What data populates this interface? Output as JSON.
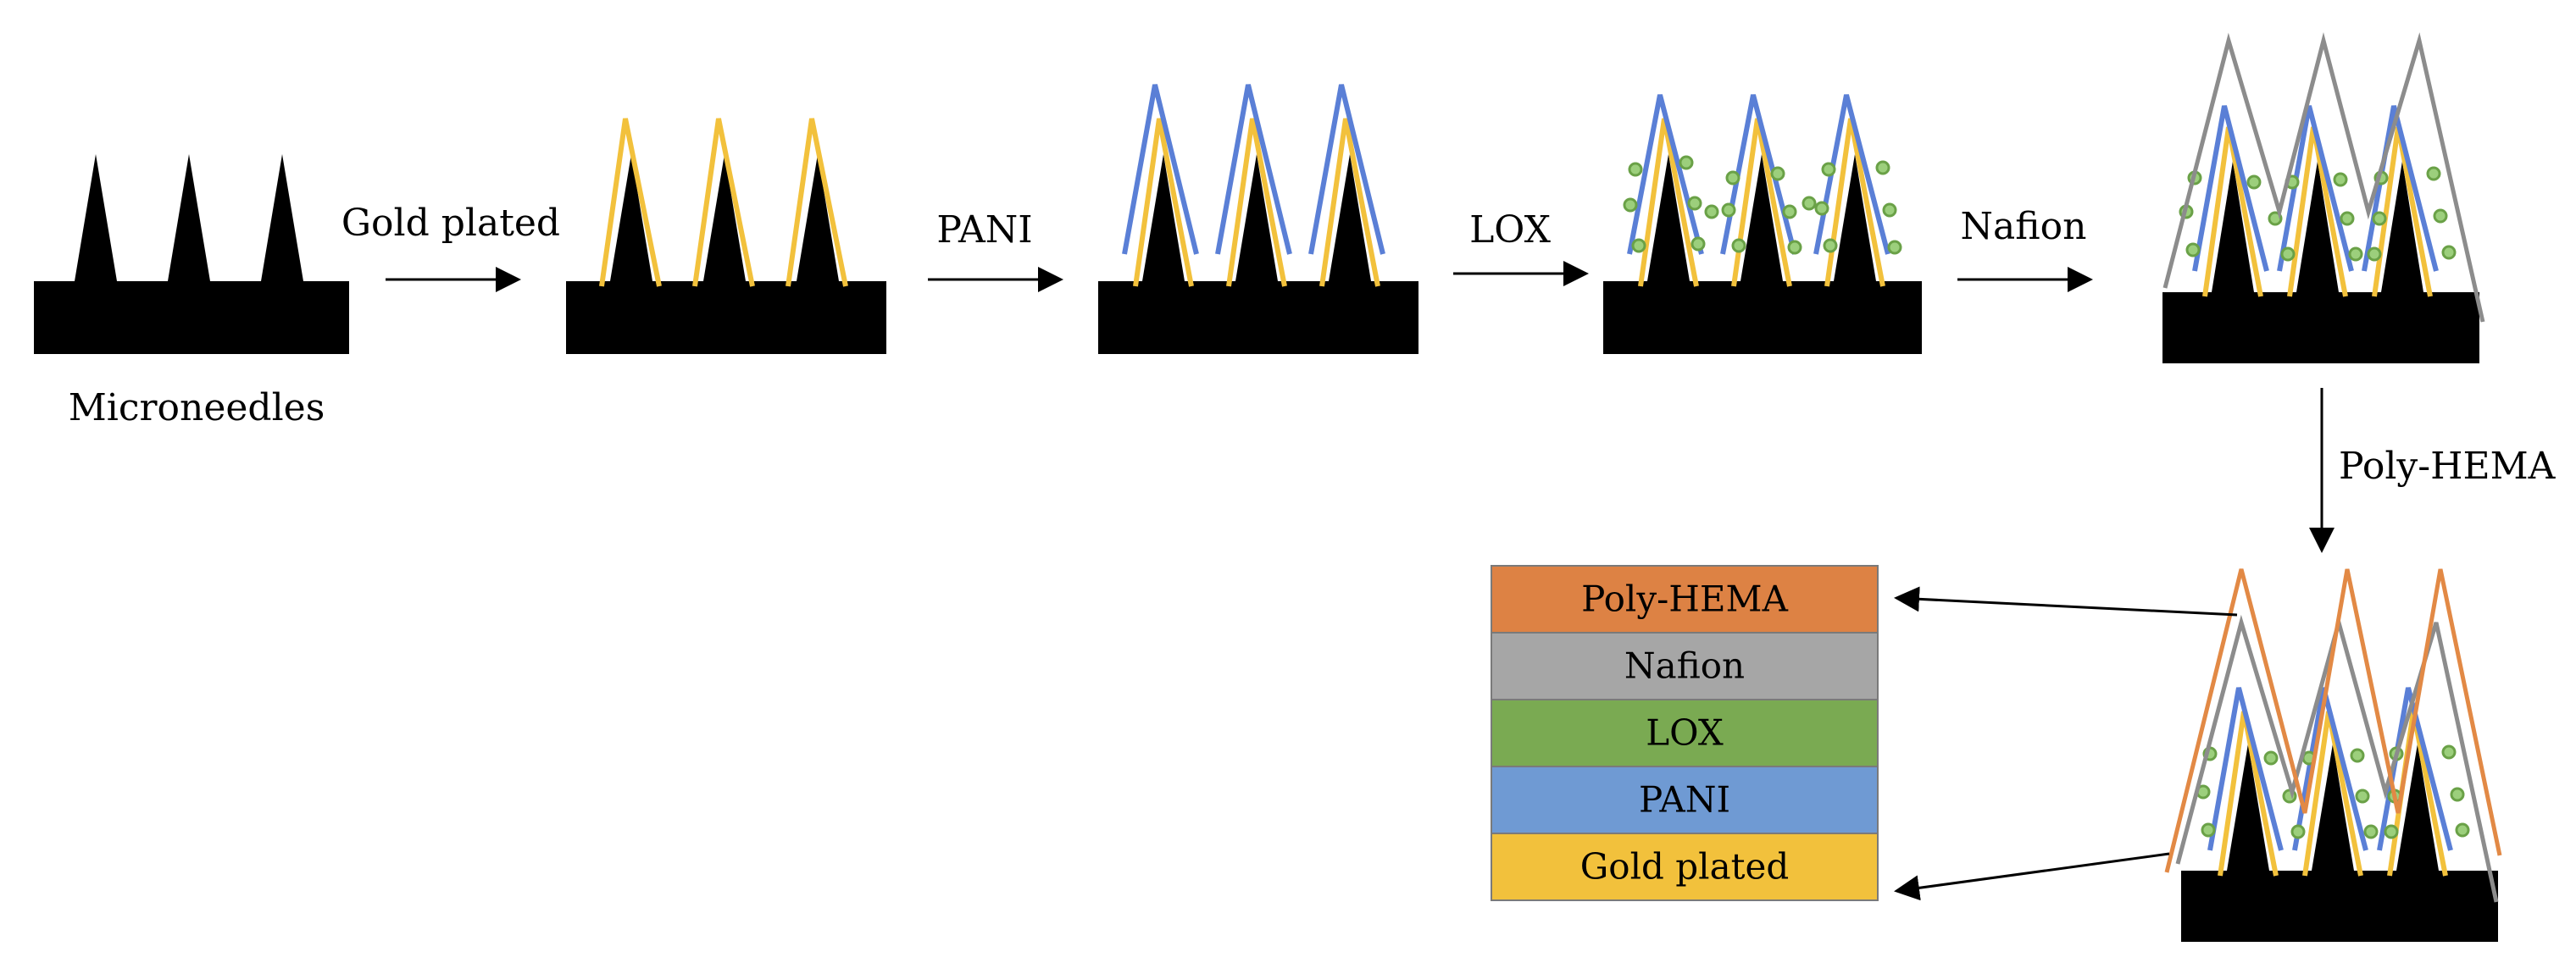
{
  "labels": {
    "microneedles": "Microneedles",
    "gold_plated": "Gold plated",
    "pani": "PANI",
    "lox": "LOX",
    "nafion": "Nafion",
    "poly_hema": "Poly-HEMA"
  },
  "legend": [
    {
      "label": "Poly-HEMA",
      "color": "#dd8244"
    },
    {
      "label": "Nafion",
      "color": "#a6a6a6"
    },
    {
      "label": "LOX",
      "color": "#7aaa52"
    },
    {
      "label": "PANI",
      "color": "#6f9ad3"
    },
    {
      "label": "Gold plated",
      "color": "#f2c13c"
    }
  ],
  "colors": {
    "needle": "#000000",
    "gold": "#f2c13c",
    "pani": "#5a7fd6",
    "lox_dot_fill": "#9ccf7c",
    "lox_dot_stroke": "#6aa147",
    "nafion": "#8c8c8c",
    "poly_hema": "#e28945"
  }
}
